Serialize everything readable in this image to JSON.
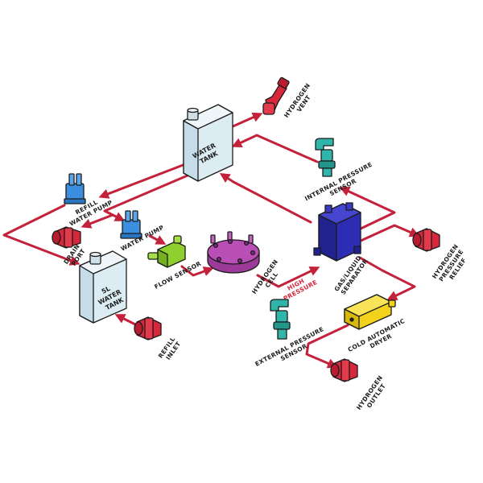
{
  "colors": {
    "pipe": "#c4213a",
    "tank": "#dcecf3",
    "pump": "#3b8ee0",
    "valve_red": "#d8263a",
    "sensor": "#2fb5aa",
    "flow_sensor": "#8fcf2e",
    "hydrogen_cell": "#b94fb6",
    "separator": "#2d2db3",
    "dryer": "#f2d21b"
  },
  "labels": {
    "water_tank": [
      "WATER",
      "TANK"
    ],
    "hydrogen_vent": [
      "HYDROGEN",
      "VENT"
    ],
    "internal_pressure_sensor": [
      "INTERNAL PRESSURE",
      "SENSOR"
    ],
    "refill_water_pump": [
      "REFILL",
      "WATER PUMP"
    ],
    "drain_port": [
      "DRAIN",
      "PORT"
    ],
    "water_pump": [
      "WATER PUMP"
    ],
    "tank_5l": [
      "5L",
      "WATER",
      "TANK"
    ],
    "flow_sensor": [
      "FLOW SENSOR"
    ],
    "hydrogen_cell": [
      "HYDROGEN",
      "CELL"
    ],
    "high_pressure": [
      "HIGH",
      "PRESSURE"
    ],
    "gas_liquid_separator": [
      "GAS/LIQUID",
      "SEPARATOR"
    ],
    "hydrogen_pressure_relief": [
      "HYDROGEN",
      "PRESSURE",
      "RELIEF"
    ],
    "refill_inlet": [
      "REFILL",
      "INLET"
    ],
    "cold_automatic_dryer": [
      "COLD AUTOMATIC",
      "DRYER"
    ],
    "external_pressure_sensor": [
      "EXTERNAL PRESSURE",
      "SENSOR"
    ],
    "hydrogen_outlet": [
      "HYDROGEN",
      "OUTLET"
    ]
  }
}
